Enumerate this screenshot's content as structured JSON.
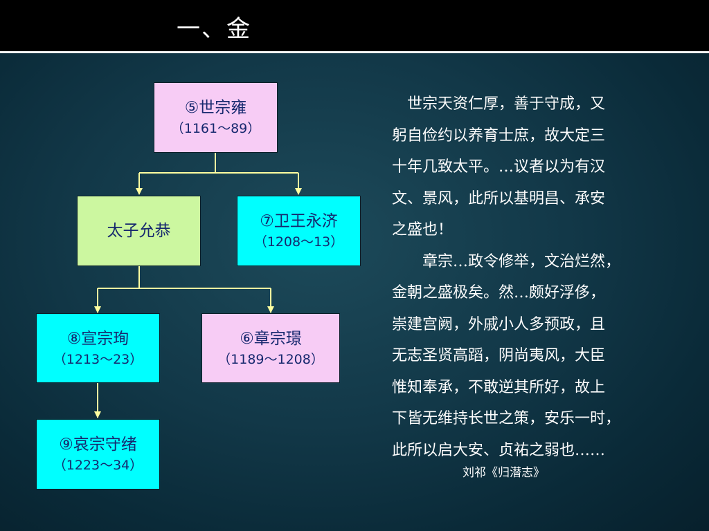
{
  "slide": {
    "title": "一、金"
  },
  "tree": {
    "nodes": {
      "shizong": {
        "name": "⑤世宗雍",
        "years": "（1161～89）",
        "color": "#f7ccf5"
      },
      "yungong": {
        "name": "太子允恭",
        "years": "",
        "color": "#ccf7a0"
      },
      "weiwang": {
        "name": "⑦卫王永济",
        "years": "（1208～13）",
        "color": "#00ffff"
      },
      "xuanzong": {
        "name": "⑧宣宗珣",
        "years": "（1213～23）",
        "color": "#00ffff"
      },
      "zhangzong": {
        "name": "⑥章宗璟",
        "years": "（1189～1208）",
        "color": "#f7ccf5"
      },
      "aizong": {
        "name": "⑨哀宗守绪",
        "years": "（1223～34）",
        "color": "#00ffff"
      }
    },
    "connector_color": "#ffffa0",
    "edges": [
      {
        "from": "shizong",
        "to": "yungong"
      },
      {
        "from": "shizong",
        "to": "weiwang"
      },
      {
        "from": "yungong",
        "to": "xuanzong"
      },
      {
        "from": "yungong",
        "to": "zhangzong"
      },
      {
        "from": "xuanzong",
        "to": "aizong"
      }
    ]
  },
  "quote": {
    "lines": [
      "　世宗天资仁厚，善于守成，又",
      "躬自俭约以养育士庶，故大定三",
      "十年几致太平。…议者以为有汉",
      "文、景风，此所以基明昌、承安",
      "之盛也！",
      "　　章宗…政令修举，文治烂然，",
      "金朝之盛极矣。然…颇好浮侈，",
      "崇建宫阙，外戚小人多预政，且",
      "无志圣贤高蹈，阴尚夷风，大臣",
      "惟知奉承，不敢逆其所好，故上",
      "下皆无维持长世之策，安乐一时，",
      "此所以启大安、贞祐之弱也……"
    ],
    "source": "刘祁《归潜志》"
  }
}
